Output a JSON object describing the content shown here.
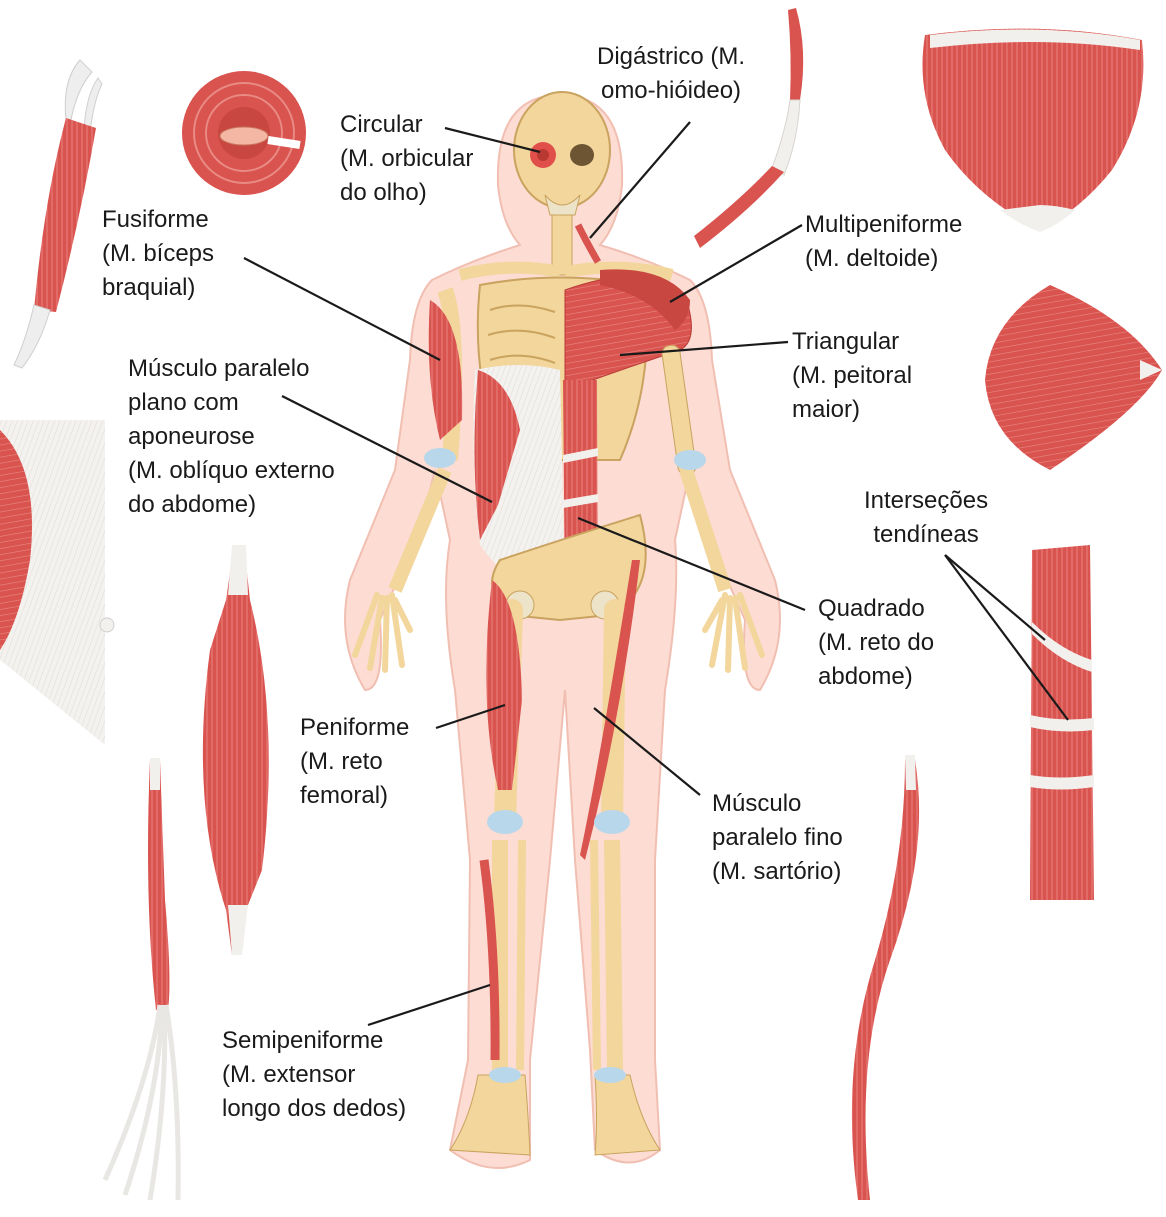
{
  "colors": {
    "muscle": "#d9534f",
    "muscle_dark": "#b83a36",
    "tendon": "#f3f1ee",
    "bone": "#f2d69c",
    "bone_edge": "#c9a35f",
    "cartilage": "#b9d7ea",
    "body_outline": "#fbd8cf",
    "leader": "#1a1a1a"
  },
  "labels": {
    "circular": "Circular\n(M. orbicular\ndo olho)",
    "digastrico": "Digástrico (M.\nomo-hióideo)",
    "fusiforme": "Fusiforme\n(M. bíceps\nbraquial)",
    "multipeniforme": "Multipeniforme\n(M. deltoide)",
    "triangular": "Triangular\n(M. peitoral\nmaior)",
    "paralelo_plano": "Músculo paralelo\nplano com\naponeurose\n(M. oblíquo externo\ndo abdome)",
    "intersecoes": "Interseções\ntendíneas",
    "quadrado": "Quadrado\n(M. reto do\nabdome)",
    "peniforme": "Peniforme\n(M. reto\nfemoral)",
    "paralelo_fino": "Músculo\nparalelo fino\n(M. sartório)",
    "semipeniforme": "Semipeniforme\n(M. extensor\nlongo dos dedos)"
  },
  "icons": [
    "muscle-illustration",
    "skeleton-illustration"
  ]
}
